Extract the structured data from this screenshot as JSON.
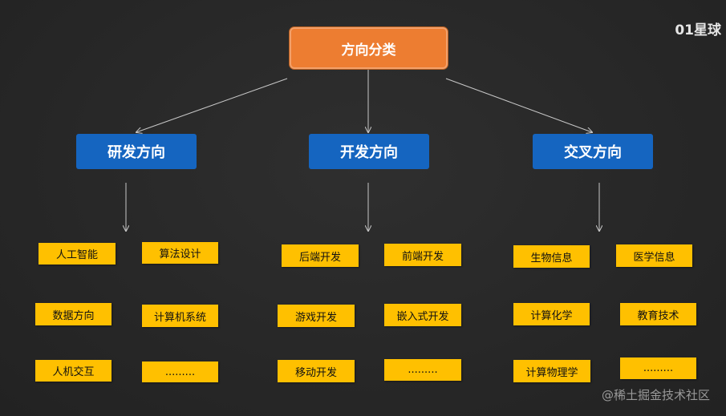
{
  "corner_label": "01星球",
  "watermark": "@稀土掘金技术社区",
  "root": {
    "label": "方向分类"
  },
  "branches": [
    {
      "label": "研发方向",
      "items": [
        "人工智能",
        "算法设计",
        "数据方向",
        "计算机系统",
        "人机交互",
        "........."
      ]
    },
    {
      "label": "开发方向",
      "items": [
        "后端开发",
        "前端开发",
        "游戏开发",
        "嵌入式开发",
        "移动开发",
        "........."
      ]
    },
    {
      "label": "交叉方向",
      "items": [
        "生物信息",
        "医学信息",
        "计算化学",
        "教育技术",
        "计算物理学",
        "........."
      ]
    }
  ],
  "colors": {
    "root": "#ed7d31",
    "branch": "#1565c0",
    "leaf": "#ffc000",
    "line": "#c8c8c8"
  }
}
